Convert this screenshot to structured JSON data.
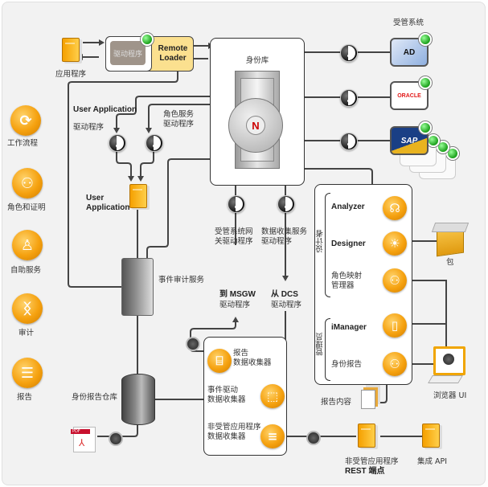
{
  "left_panel": {
    "items": [
      {
        "label": "工作流程",
        "icon": "workflow-cycle-icon",
        "glyph": "⟳"
      },
      {
        "label": "角色和证明",
        "icon": "roles-people-icon",
        "glyph": "⚇"
      },
      {
        "label": "自助服务",
        "icon": "self-service-person-icon",
        "glyph": "♙"
      },
      {
        "label": "审计",
        "icon": "audit-helix-icon",
        "glyph": "ᛝ"
      },
      {
        "label": "报告",
        "icon": "report-document-icon",
        "glyph": "☰"
      }
    ]
  },
  "top": {
    "application_label": "应用程序",
    "driver_label": "驱动程序",
    "remote_loader_label": "Remote Loader",
    "identity_vault_label": "身份库",
    "vault_logo": "N"
  },
  "managed_systems": {
    "title": "受管系统",
    "systems": [
      {
        "name": "AD",
        "color": "#1f4fa0"
      },
      {
        "name": "ORACLE",
        "color": "#e21a1a"
      },
      {
        "name": "SAP",
        "color": "#0a2f6e"
      }
    ]
  },
  "drivers": {
    "user_app_driver_en": "User Application",
    "user_app_driver_cn": "驱动程序",
    "role_service_driver": "角色服务\n驱动程序",
    "user_application": "User Application",
    "msgw_driver": "受管系统网\n关驱动程序",
    "dcs_driver": "数据收集服务\n驱动程序",
    "to_msgw_en": "到 MSGW",
    "to_msgw_cn": "驱动程序",
    "from_dcs_en": "从 DCS",
    "from_dcs_cn": "驱动程序"
  },
  "services": {
    "event_audit": "事件审计服务",
    "reporting_warehouse": "身份报告仓库",
    "pdf_label": "PDF"
  },
  "collectors": {
    "reporting": "报告\n数据收集器",
    "event_driven": "事件驱动\n数据收集器",
    "non_managed": "非受管应用程序\n数据收集器"
  },
  "tools": {
    "designers_group": "设计者",
    "admins_group": "管理员",
    "analyzer": "Analyzer",
    "designer": "Designer",
    "role_mapping_admin": "角色映射\n管理器",
    "imanager": "iManager",
    "identity_reporting": "身份报告"
  },
  "outputs": {
    "package": "包",
    "browser_ui": "浏览器 UI",
    "report_content": "报告内容",
    "rest_endpoint_cn": "非受管应用程序",
    "rest_endpoint_en": "REST 端点",
    "integration_api": "集成 API"
  }
}
